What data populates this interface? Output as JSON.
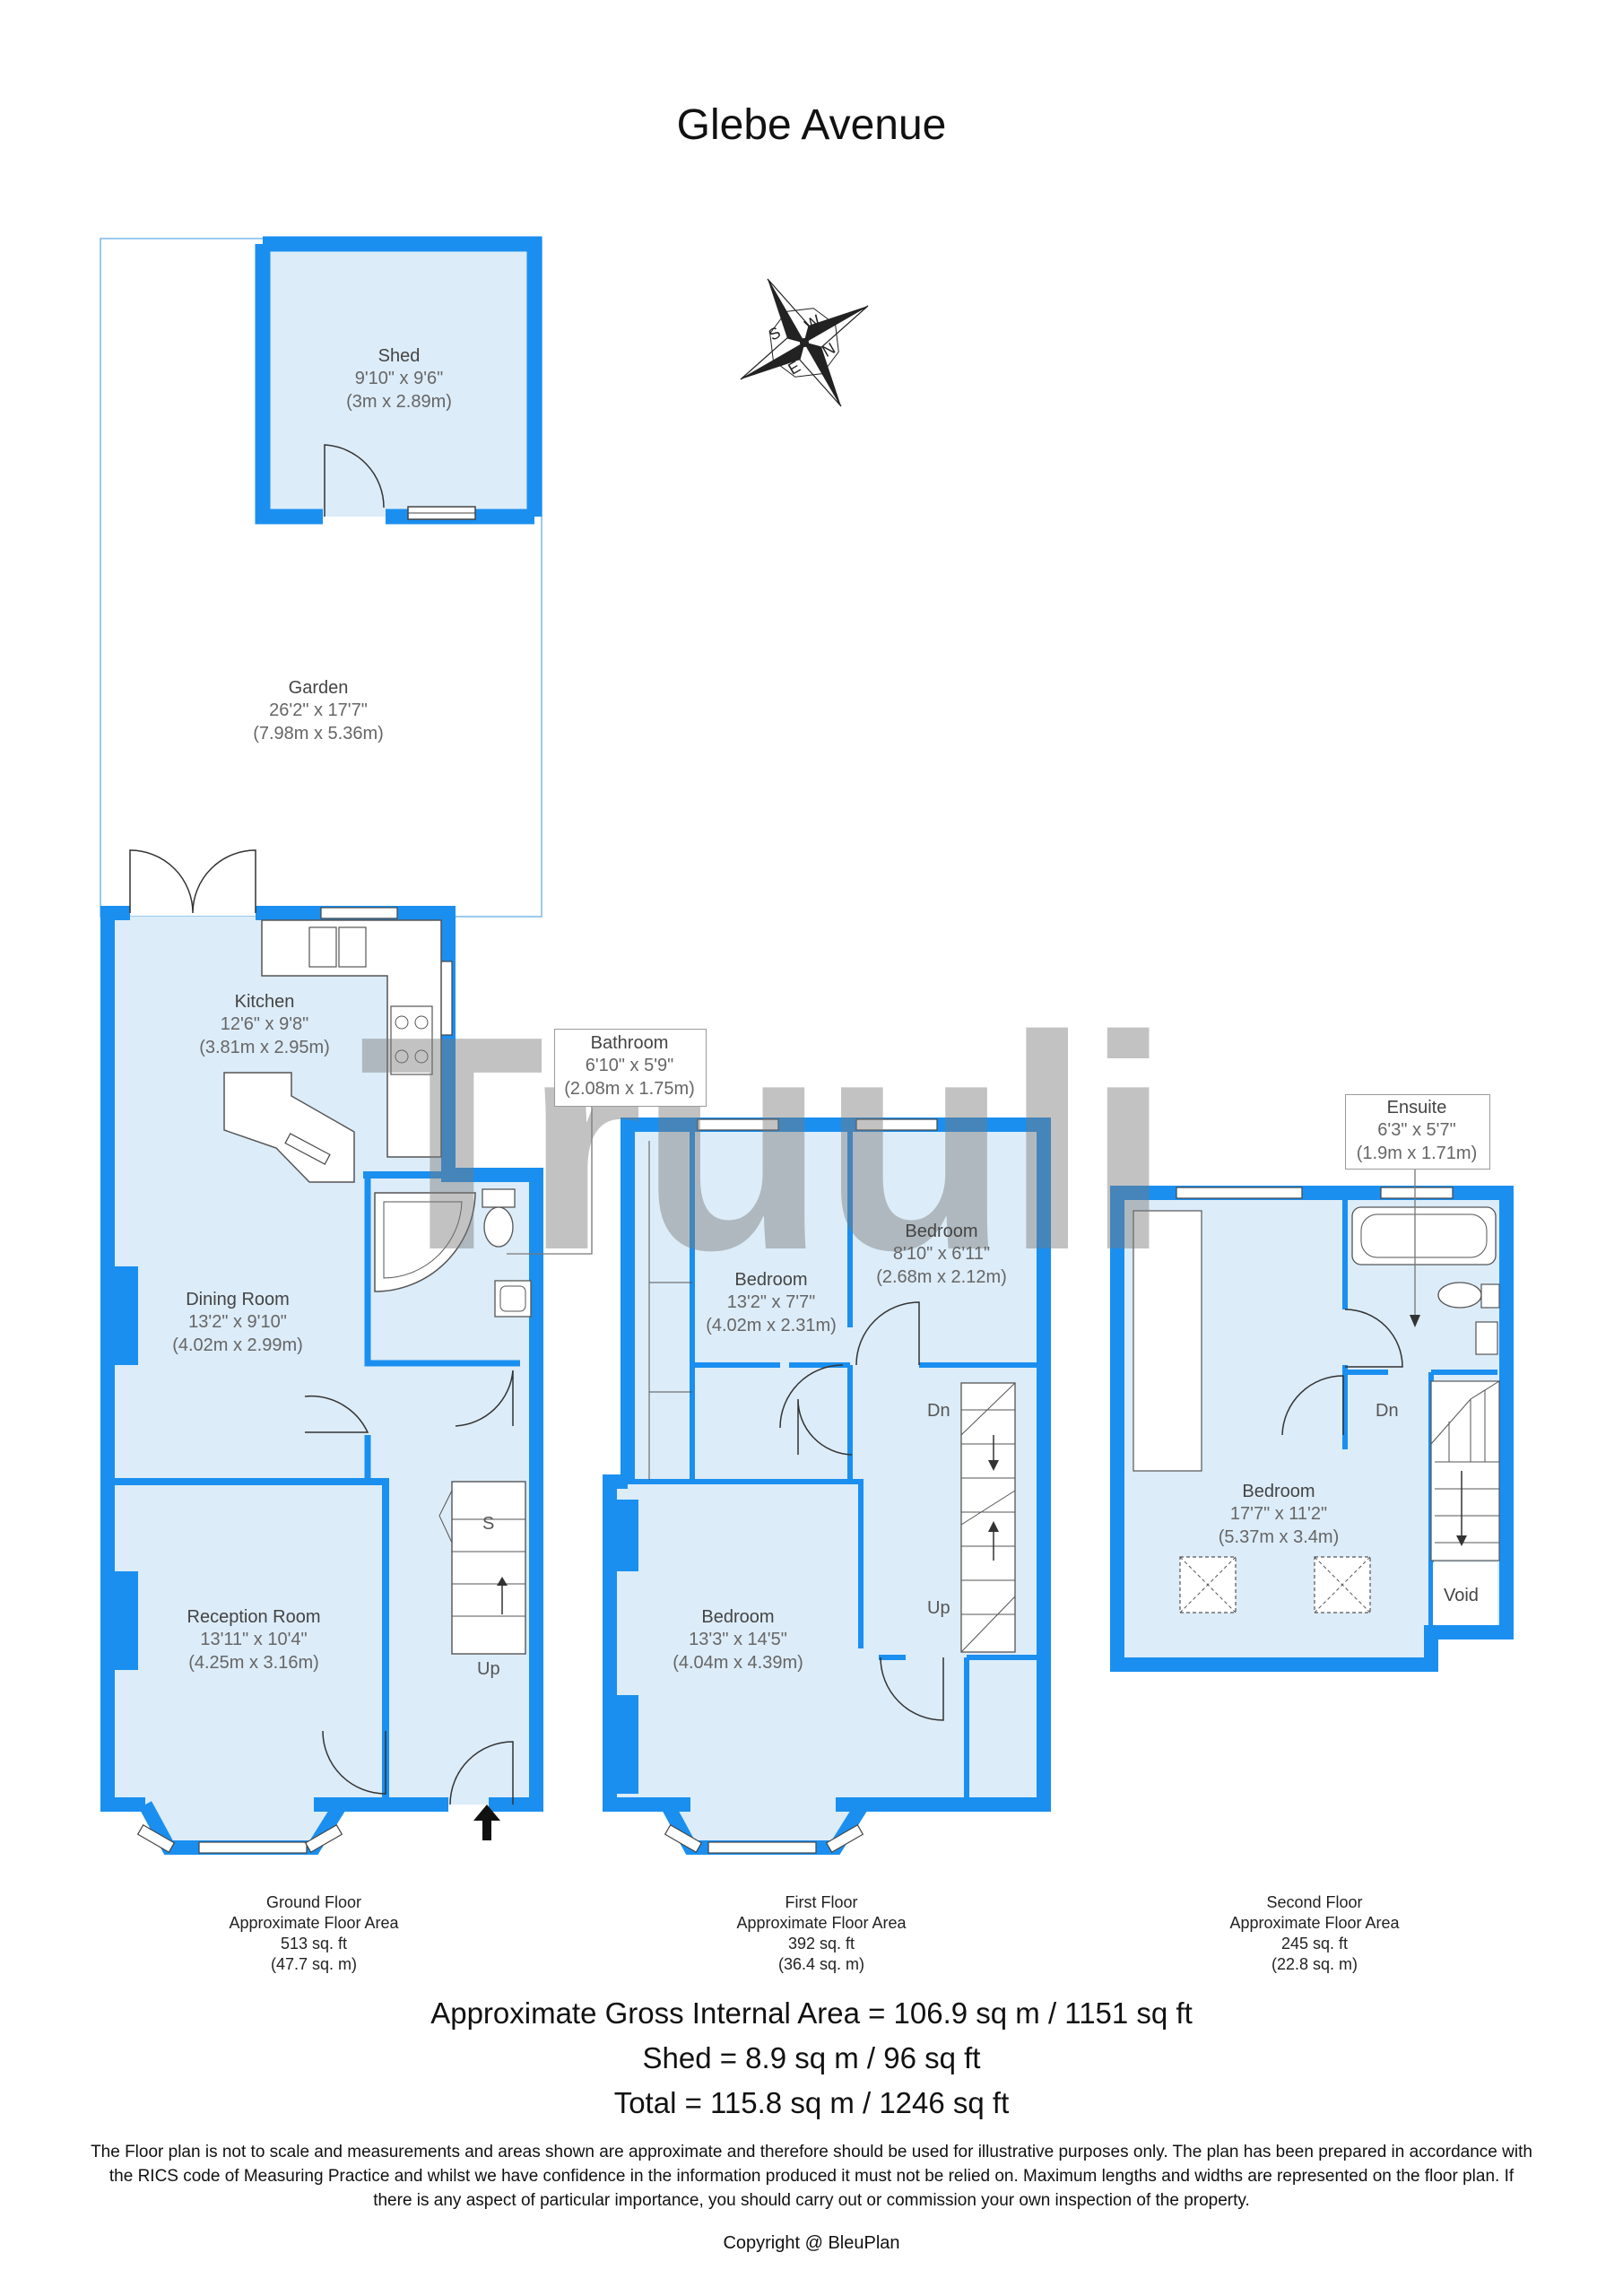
{
  "title": "Glebe Avenue",
  "rooms": {
    "shed": {
      "name": "Shed",
      "dim_imperial": "9'10\" x 9'6\"",
      "dim_metric": "(3m x 2.89m)"
    },
    "garden": {
      "name": "Garden",
      "dim_imperial": "26'2\" x 17'7\"",
      "dim_metric": "(7.98m x 5.36m)"
    },
    "kitchen": {
      "name": "Kitchen",
      "dim_imperial": "12'6\" x 9'8\"",
      "dim_metric": "(3.81m x 2.95m)"
    },
    "dining": {
      "name": "Dining Room",
      "dim_imperial": "13'2\" x 9'10\"",
      "dim_metric": "(4.02m x 2.99m)"
    },
    "reception": {
      "name": "Reception Room",
      "dim_imperial": "13'11\" x 10'4\"",
      "dim_metric": "(4.25m x 3.16m)"
    },
    "bathroom": {
      "name": "Bathroom",
      "dim_imperial": "6'10\" x 5'9\"",
      "dim_metric": "(2.08m x 1.75m)"
    },
    "ff_bedroom_a": {
      "name": "Bedroom",
      "dim_imperial": "13'2\" x 7'7\"",
      "dim_metric": "(4.02m x 2.31m)"
    },
    "ff_bedroom_b": {
      "name": "Bedroom",
      "dim_imperial": "8'10\" x 6'11\"",
      "dim_metric": "(2.68m x 2.12m)"
    },
    "ff_bedroom_c": {
      "name": "Bedroom",
      "dim_imperial": "13'3\" x 14'5\"",
      "dim_metric": "(4.04m x 4.39m)"
    },
    "ensuite": {
      "name": "Ensuite",
      "dim_imperial": "6'3\" x 5'7\"",
      "dim_metric": "(1.9m x 1.71m)"
    },
    "sf_bedroom": {
      "name": "Bedroom",
      "dim_imperial": "17'7\" x 11'2\"",
      "dim_metric": "(5.37m x 3.4m)"
    }
  },
  "stair_labels": {
    "s": "S",
    "up": "Up",
    "dn": "Dn",
    "void": "Void"
  },
  "compass": {
    "n": "N",
    "s": "S",
    "e": "E",
    "w": "W"
  },
  "floors": [
    {
      "name": "Ground Floor",
      "caption": "Approximate Floor Area",
      "sqft": "513 sq. ft",
      "sqm": "(47.7 sq. m)"
    },
    {
      "name": "First Floor",
      "caption": "Approximate Floor Area",
      "sqft": "392 sq. ft",
      "sqm": "(36.4 sq. m)"
    },
    {
      "name": "Second Floor",
      "caption": "Approximate Floor Area",
      "sqft": "245 sq. ft",
      "sqm": "(22.8 sq. m)"
    }
  ],
  "summary": {
    "gross": "Approximate Gross Internal Area = 106.9 sq m / 1151 sq ft",
    "shed": "Shed = 8.9 sq m / 96 sq ft",
    "total": "Total = 115.8 sq m / 1246 sq ft"
  },
  "disclaimer": {
    "line1": "The Floor plan is not to scale and measurements and areas shown are approximate and therefore should be used for illustrative purposes only. The plan has been prepared in accordance with",
    "line2": "the RICS code of Measuring Practice and whilst we have confidence in the information produced it must not be relied on. Maximum lengths and widths are represented on the floor plan. If",
    "line3": "there is any aspect of particular importance, you should carry out or commission your own inspection of the property."
  },
  "copyright": "Copyright @ BleuPlan",
  "watermark": "Truuli",
  "colors": {
    "wall": "#1a8ff0",
    "floor": "#dcecf8",
    "watermark": "#7a7a7a"
  }
}
